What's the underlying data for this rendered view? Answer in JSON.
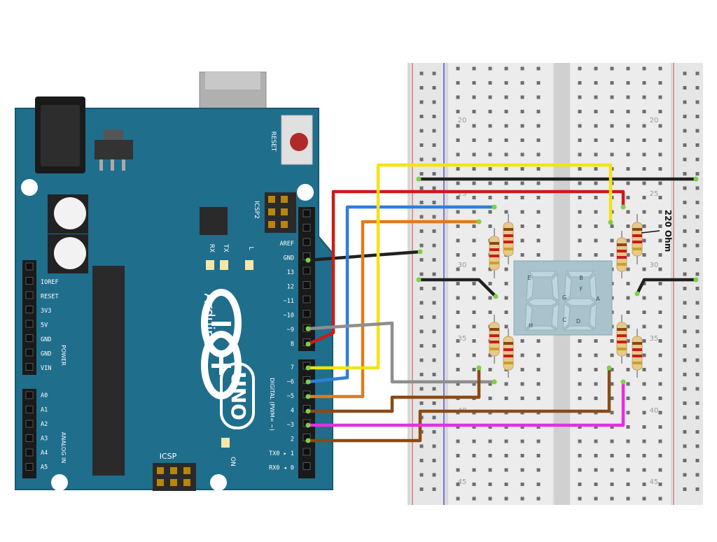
{
  "arduino": {
    "brand": "Arduino",
    "model": "UNO",
    "reset_label": "RESET",
    "icsp2_label": "ICSP2",
    "icsp_label": "ICSP",
    "tx_label": "TX",
    "rx_label": "RX",
    "l_label": "L",
    "on_label": "ON",
    "digital_header": "DIGITAL (PWM= ~)",
    "power_header": "POWER",
    "analog_header": "ANALOG IN",
    "top_pins": [
      "AREF",
      "GND",
      "13",
      "12",
      "~11",
      "~10",
      "~9",
      "8"
    ],
    "bottom_pins": [
      "7",
      "~6",
      "~5",
      "4",
      "~3",
      "2",
      "TX0 ▸ 1",
      "RX0 ◂ 0"
    ],
    "power_pins": [
      "IOREF",
      "RESET",
      "3V3",
      "5V",
      "GND",
      "GND",
      "VIN"
    ],
    "analog_pins": [
      "A0",
      "A1",
      "A2",
      "A3",
      "A4",
      "A5"
    ]
  },
  "breadboard": {
    "row_numbers": [
      "20",
      "25",
      "30",
      "35",
      "40",
      "45"
    ]
  },
  "resistor_label": "220 Ohm",
  "display": {
    "segments": [
      "A",
      "B",
      "C",
      "D",
      "E",
      "F",
      "G",
      "H"
    ]
  },
  "wire_colors": {
    "black": "#202020",
    "red": "#cc1a1a",
    "blue": "#2f7fd8",
    "orange": "#e27a1c",
    "yellow": "#f4e216",
    "gray": "#8e8e8e",
    "brown": "#8b4a14",
    "magenta": "#e62ee0"
  },
  "board_color": "#1f6e8c"
}
